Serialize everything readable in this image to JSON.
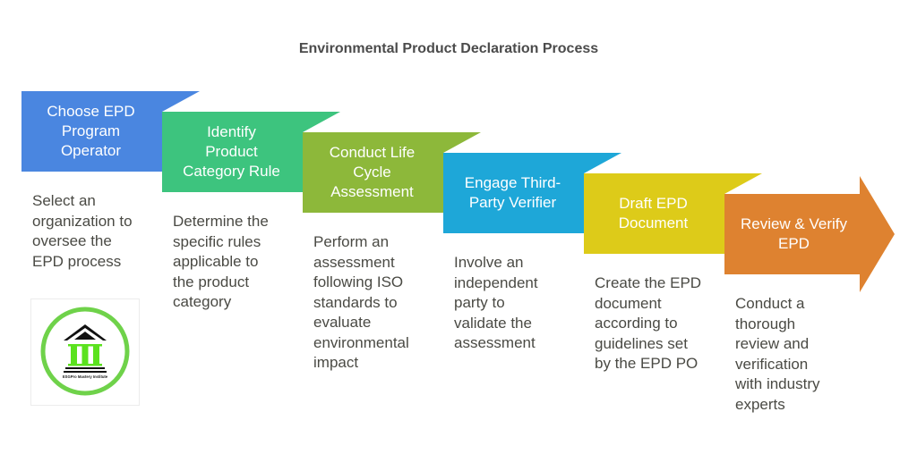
{
  "title": "Environmental Product Declaration Process",
  "steps": [
    {
      "label": "Choose EPD Program Operator",
      "lines": [
        "Choose EPD",
        "Program",
        "Operator"
      ],
      "color": "#4A86E0",
      "description": [
        "Select an",
        "organization to",
        "oversee the",
        "EPD process"
      ]
    },
    {
      "label": "Identify Product Category Rule",
      "lines": [
        "Identify",
        "Product",
        "Category Rule"
      ],
      "color": "#3DC47E",
      "description": [
        "Determine the",
        "specific rules",
        "applicable to",
        "the product",
        "category"
      ]
    },
    {
      "label": "Conduct Life Cycle Assessment",
      "lines": [
        "Conduct Life",
        "Cycle",
        "Assessment"
      ],
      "color": "#8DB83A",
      "description": [
        "Perform an",
        "assessment",
        "following ISO",
        "standards to",
        "evaluate",
        "environmental",
        "impact"
      ]
    },
    {
      "label": "Engage Third-Party Verifier",
      "lines": [
        "Engage Third-",
        "Party Verifier"
      ],
      "color": "#1EA7D8",
      "description": [
        "Involve an",
        "independent",
        "party to",
        "validate the",
        "assessment"
      ]
    },
    {
      "label": "Draft EPD Document",
      "lines": [
        "Draft EPD",
        "Document"
      ],
      "color": "#DDCB19",
      "description": [
        "Create the EPD",
        "document",
        "according to",
        "guidelines set",
        "by the EPD PO"
      ]
    },
    {
      "label": "Review & Verify EPD",
      "lines": [
        "Review & Verify",
        "EPD"
      ],
      "color": "#DE8230",
      "description": [
        "Conduct a",
        "thorough",
        "review and",
        "verification",
        "with industry",
        "experts"
      ]
    }
  ],
  "logo": {
    "caption": "ESGPro Mastery Institute",
    "ring_color": "#6FD24A",
    "pillar_color": "#5BE21E"
  }
}
